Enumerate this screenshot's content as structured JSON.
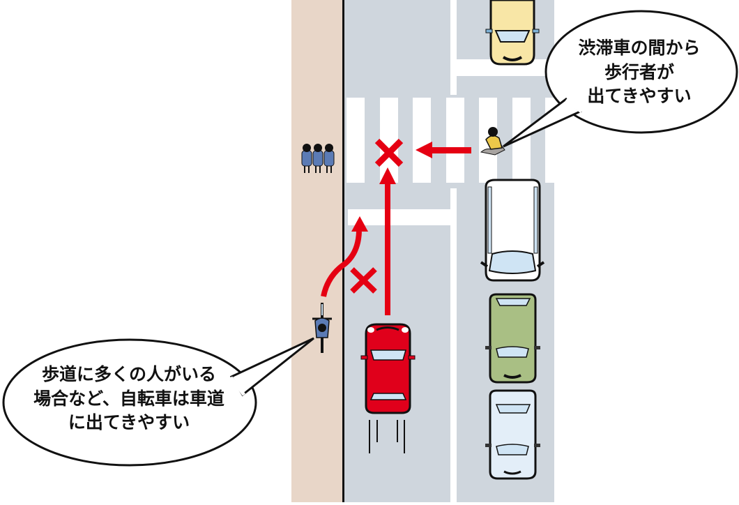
{
  "scene": {
    "title": "Traffic hazard diagram: congested lane, crosswalk, sidewalk cyclist",
    "colors": {
      "sidewalk": "#e8d6c8",
      "road": "#cfd6dd",
      "marking": "#ffffff",
      "curb": "#111111",
      "hazard_red": "#e50012",
      "car_main": "#e0001b",
      "car_yellow": "#f8e6a6",
      "car_white": "#ffffff",
      "car_green": "#a9bf84",
      "car_lightblue": "#e3eef8",
      "glass": "#cfe4f4"
    }
  },
  "bubbles": {
    "right": {
      "text": "渋滞車の間から\n歩行者が\n出てきやすい"
    },
    "left": {
      "text": "歩道に多くの人がいる\n場合など、自転車は車道\nに出てきやすい"
    }
  },
  "elements": {
    "pedestrians_group": "three students on sidewalk",
    "crossing_pedestrian": "pedestrian emerging between stopped cars",
    "cyclist": "cyclist on sidewalk moving into roadway",
    "main_car": "red car moving forward",
    "queued_cars": [
      "yellow car",
      "white van",
      "green car",
      "light blue car"
    ],
    "hazard_marks": [
      "x-mark crosswalk",
      "x-mark cyclist path"
    ]
  }
}
